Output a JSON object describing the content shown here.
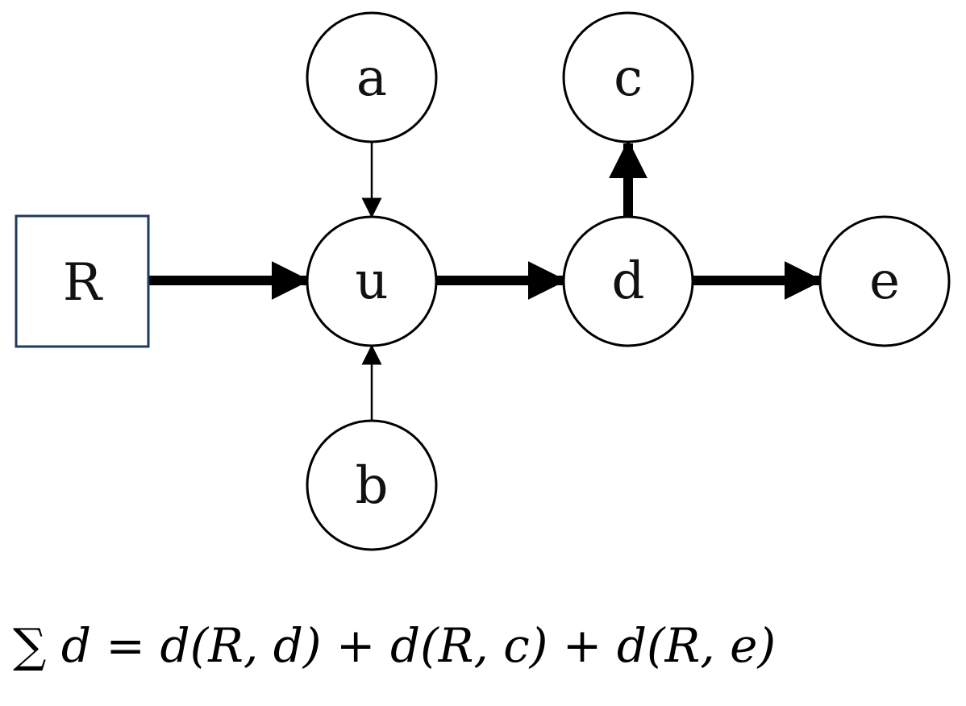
{
  "diagram": {
    "nodes": {
      "R": "R",
      "a": "a",
      "u": "u",
      "b": "b",
      "c": "c",
      "d": "d",
      "e": "e"
    },
    "colors": {
      "node_stroke": "#000000",
      "root_stroke": "#1f3a5f",
      "arrow": "#000000",
      "background": "#ffffff"
    }
  },
  "formula": {
    "text": "∑ d = d(R, d) + d(R, c) + d(R, e)"
  }
}
